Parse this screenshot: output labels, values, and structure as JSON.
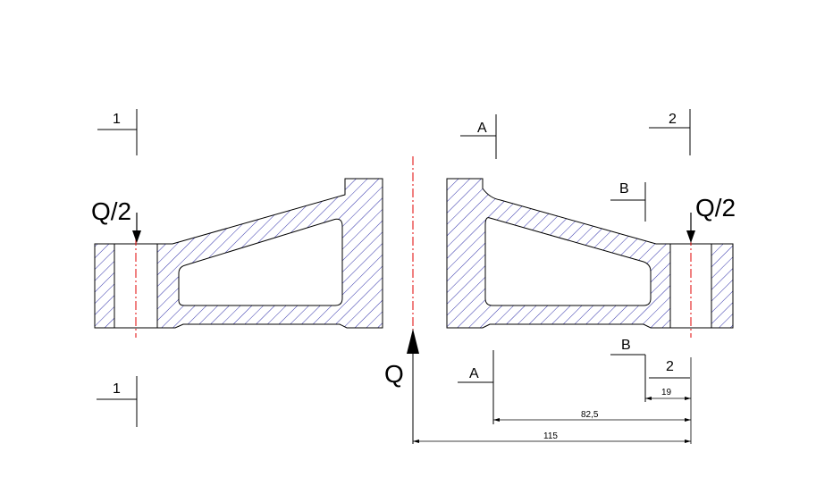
{
  "labels": {
    "section_1_top": "1",
    "section_1_bottom": "1",
    "section_2_top": "2",
    "section_2_bottom": "2",
    "section_a_top": "A",
    "section_a_bottom": "A",
    "section_b_top": "B",
    "section_b_bottom": "B",
    "load_left": "Q/2",
    "load_right": "Q/2",
    "load_center": "Q"
  },
  "dimensions": {
    "d19": "19",
    "d82_5": "82,5",
    "d115": "115"
  },
  "colors": {
    "hatch": "#1a1aa0",
    "axis": "#e00000",
    "outline": "#000000"
  }
}
